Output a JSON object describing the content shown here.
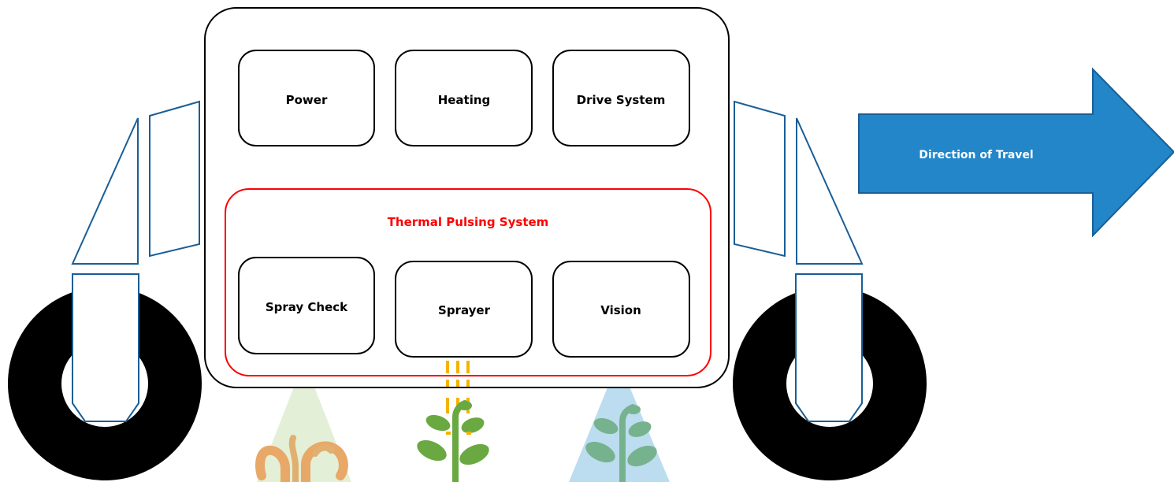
{
  "modules": {
    "power": "Power",
    "heating": "Heating",
    "drive_system": "Drive System",
    "spray_check": "Spray Check",
    "sprayer": "Sprayer",
    "vision": "Vision"
  },
  "thermal_system": {
    "title": "Thermal Pulsing System",
    "color": "#ff0000"
  },
  "direction": {
    "label": "Direction of Travel",
    "color": "#2286c9"
  },
  "colors": {
    "wheel": "#000000",
    "fender": "#1a5e96",
    "pulse": "#f3b400",
    "check_cone": "#e4efd8",
    "vision_cone": "#bcdcef",
    "healthy_plant": "#6aa842",
    "treated_plant": "#e8a868",
    "vision_plant": "#77b28e"
  }
}
